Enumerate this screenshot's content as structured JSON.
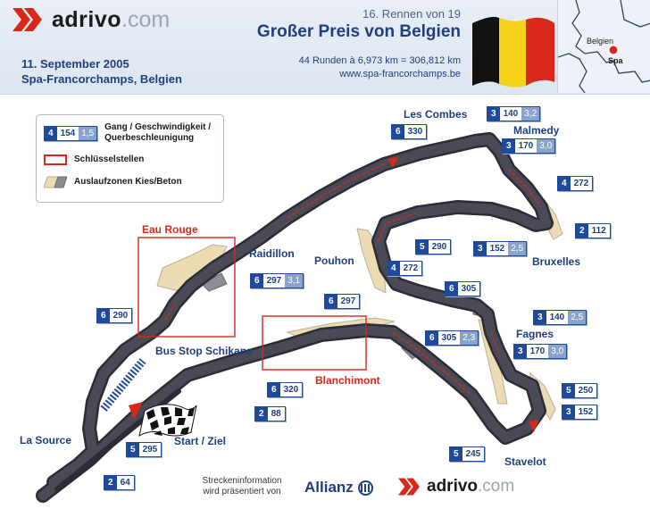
{
  "brand": {
    "name": "adrivo",
    "domain": ".com"
  },
  "header": {
    "date": "11. September 2005",
    "location": "Spa-Francorchamps, Belgien",
    "race_number": "16. Rennen von 19",
    "race_title": "Großer Preis von Belgien",
    "laps_info": "44 Runden à 6,973 km = 306,812 km",
    "url": "www.spa-francorchamps.be"
  },
  "minimap": {
    "country": "Belgien",
    "city": "Spa"
  },
  "legend": {
    "speed_label": "Gang / Geschwindigkeit / Querbeschleunigung",
    "sample_gear": "4",
    "sample_speed": "154",
    "sample_g": "1,5",
    "key_points_label": "Schlüsselstellen",
    "runoff_label": "Auslaufzonen Kies/Beton"
  },
  "corners": {
    "les_combes": "Les Combes",
    "malmedy": "Malmedy",
    "eau_rouge": "Eau Rouge",
    "raidillon": "Raidillon",
    "pouhon": "Pouhon",
    "bruxelles": "Bruxelles",
    "fagnes": "Fagnes",
    "bus_stop": "Bus Stop Schikane",
    "blanchimont": "Blanchimont",
    "la_source": "La Source",
    "start_ziel": "Start / Ziel",
    "stavelot": "Stavelot"
  },
  "speed_boxes": [
    {
      "id": "les-combes-in",
      "gear": "6",
      "speed": "330",
      "g": ""
    },
    {
      "id": "les-combes",
      "gear": "3",
      "speed": "140",
      "g": "3,2"
    },
    {
      "id": "malmedy",
      "gear": "3",
      "speed": "170",
      "g": "3,0"
    },
    {
      "id": "after-malmedy",
      "gear": "4",
      "speed": "272",
      "g": ""
    },
    {
      "id": "bruxelles",
      "gear": "2",
      "speed": "112",
      "g": ""
    },
    {
      "id": "bruxelles-exit",
      "gear": "3",
      "speed": "152",
      "g": "2,5"
    },
    {
      "id": "pouhon-entry",
      "gear": "5",
      "speed": "290",
      "g": ""
    },
    {
      "id": "pouhon",
      "gear": "4",
      "speed": "272",
      "g": ""
    },
    {
      "id": "raidillon",
      "gear": "6",
      "speed": "297",
      "g": "3,1"
    },
    {
      "id": "eau-rouge",
      "gear": "6",
      "speed": "290",
      "g": ""
    },
    {
      "id": "blanchimont-top",
      "gear": "6",
      "speed": "297",
      "g": ""
    },
    {
      "id": "fagnes-in",
      "gear": "6",
      "speed": "305",
      "g": ""
    },
    {
      "id": "fagnes",
      "gear": "3",
      "speed": "140",
      "g": "2,5"
    },
    {
      "id": "fagnes-2",
      "gear": "3",
      "speed": "170",
      "g": "3,0"
    },
    {
      "id": "blanchimont",
      "gear": "6",
      "speed": "305",
      "g": "2,3"
    },
    {
      "id": "bus-stop",
      "gear": "6",
      "speed": "320",
      "g": ""
    },
    {
      "id": "bus-stop-2",
      "gear": "2",
      "speed": "88",
      "g": ""
    },
    {
      "id": "stavelot-in",
      "gear": "5",
      "speed": "250",
      "g": ""
    },
    {
      "id": "stavelot-in-2",
      "gear": "3",
      "speed": "152",
      "g": ""
    },
    {
      "id": "stavelot",
      "gear": "5",
      "speed": "245",
      "g": ""
    },
    {
      "id": "start",
      "gear": "5",
      "speed": "295",
      "g": ""
    },
    {
      "id": "la-source",
      "gear": "2",
      "speed": "64",
      "g": ""
    }
  ],
  "footer": {
    "line1": "Streckeninformation",
    "line2": "wird präsentiert von",
    "sponsor": "Allianz"
  },
  "colors": {
    "track": "#3a3a45",
    "accent": "#d8271b",
    "runoff": "#ecdcb4",
    "blue": "#1f4a9b"
  }
}
